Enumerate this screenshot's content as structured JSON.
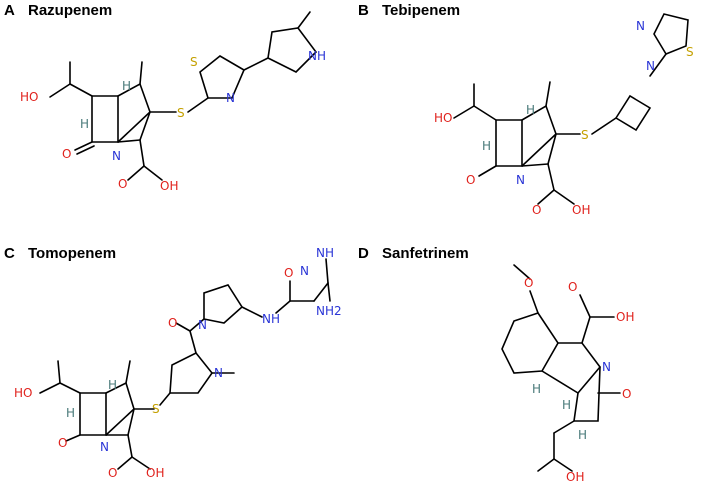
{
  "panels": [
    {
      "letter": "A",
      "name": "Razupenem"
    },
    {
      "letter": "B",
      "name": "Tebipenem"
    },
    {
      "letter": "C",
      "name": "Tomopenem"
    },
    {
      "letter": "D",
      "name": "Sanfetrinem"
    }
  ],
  "atoms": {
    "O": "O",
    "N": "N",
    "S": "S",
    "H": "H",
    "OH_left": "HO",
    "OH_right": "OH",
    "NH": "NH",
    "NH2": "NH2"
  },
  "colors": {
    "oxygen": "#e0231e",
    "nitrogen": "#2a35d6",
    "sulfur": "#c4a000",
    "hydrogen": "#4a7a7a"
  }
}
